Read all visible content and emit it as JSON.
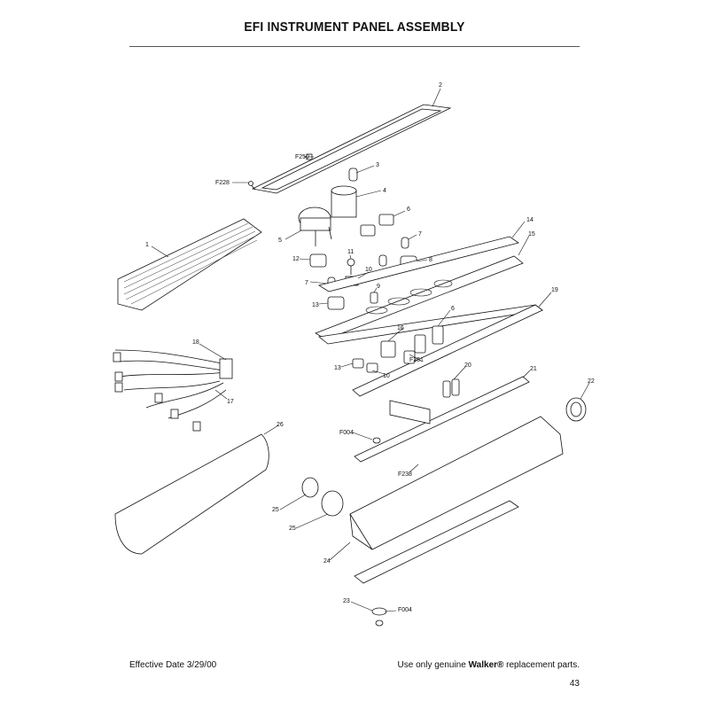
{
  "page": {
    "title": "EFI INSTRUMENT PANEL ASSEMBLY",
    "footer_left": "Effective Date 3/29/00",
    "footer_right_prefix": "Use only genuine ",
    "footer_brand": "Walker®",
    "footer_right_suffix": " replacement parts.",
    "page_number": "43"
  },
  "callouts": [
    {
      "id": "c-2",
      "text": "2"
    },
    {
      "id": "c-f250",
      "text": "F250"
    },
    {
      "id": "c-f228",
      "text": "F228"
    },
    {
      "id": "c-3",
      "text": "3"
    },
    {
      "id": "c-4",
      "text": "4"
    },
    {
      "id": "c-6a",
      "text": "6"
    },
    {
      "id": "c-5",
      "text": "5"
    },
    {
      "id": "c-1",
      "text": "1"
    },
    {
      "id": "c-7a",
      "text": "7"
    },
    {
      "id": "c-11",
      "text": "11"
    },
    {
      "id": "c-12",
      "text": "12"
    },
    {
      "id": "c-8",
      "text": "8"
    },
    {
      "id": "c-14",
      "text": "14"
    },
    {
      "id": "c-15",
      "text": "15"
    },
    {
      "id": "c-10a",
      "text": "10"
    },
    {
      "id": "c-7b",
      "text": "7"
    },
    {
      "id": "c-9",
      "text": "9"
    },
    {
      "id": "c-13a",
      "text": "13"
    },
    {
      "id": "c-19",
      "text": "19"
    },
    {
      "id": "c-6b",
      "text": "6"
    },
    {
      "id": "c-16",
      "text": "16"
    },
    {
      "id": "c-18",
      "text": "18"
    },
    {
      "id": "c-f251",
      "text": "F251"
    },
    {
      "id": "c-13b",
      "text": "13"
    },
    {
      "id": "c-10b",
      "text": "10"
    },
    {
      "id": "c-20",
      "text": "20"
    },
    {
      "id": "c-21",
      "text": "21"
    },
    {
      "id": "c-17",
      "text": "17"
    },
    {
      "id": "c-22",
      "text": "22"
    },
    {
      "id": "c-26",
      "text": "26"
    },
    {
      "id": "c-f004a",
      "text": "F004"
    },
    {
      "id": "c-f238",
      "text": "F238"
    },
    {
      "id": "c-25a",
      "text": "25"
    },
    {
      "id": "c-25b",
      "text": "25"
    },
    {
      "id": "c-24",
      "text": "24"
    },
    {
      "id": "c-23",
      "text": "23"
    },
    {
      "id": "c-f004b",
      "text": "F004"
    }
  ]
}
